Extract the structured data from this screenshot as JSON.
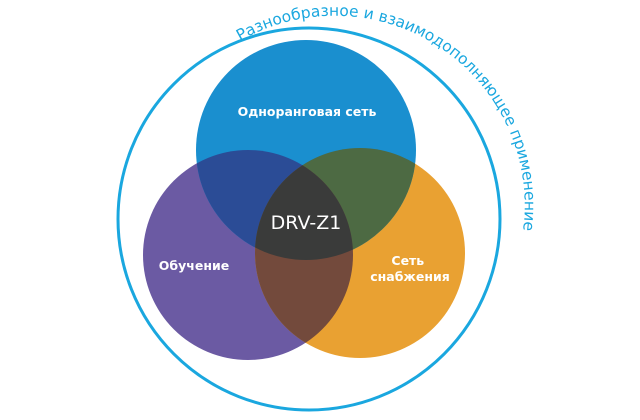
{
  "ring_text": "Разнообразное и взаимодополняющее применение",
  "center_label": "DRV-Z1",
  "circles": {
    "top": {
      "label": "Одноранговая сеть"
    },
    "left": {
      "label": "Обучение"
    },
    "right": {
      "line1": "Сеть",
      "line2": "снабжения"
    }
  },
  "colors": {
    "ring": "#1aa7df",
    "top": "#1a8fcf",
    "left": "#6b5aa3",
    "right": "#e9a132",
    "top_left": "#2b4c96",
    "top_right": "#4d6a43",
    "left_right": "#734a3c",
    "center": "#3a3b3a"
  }
}
